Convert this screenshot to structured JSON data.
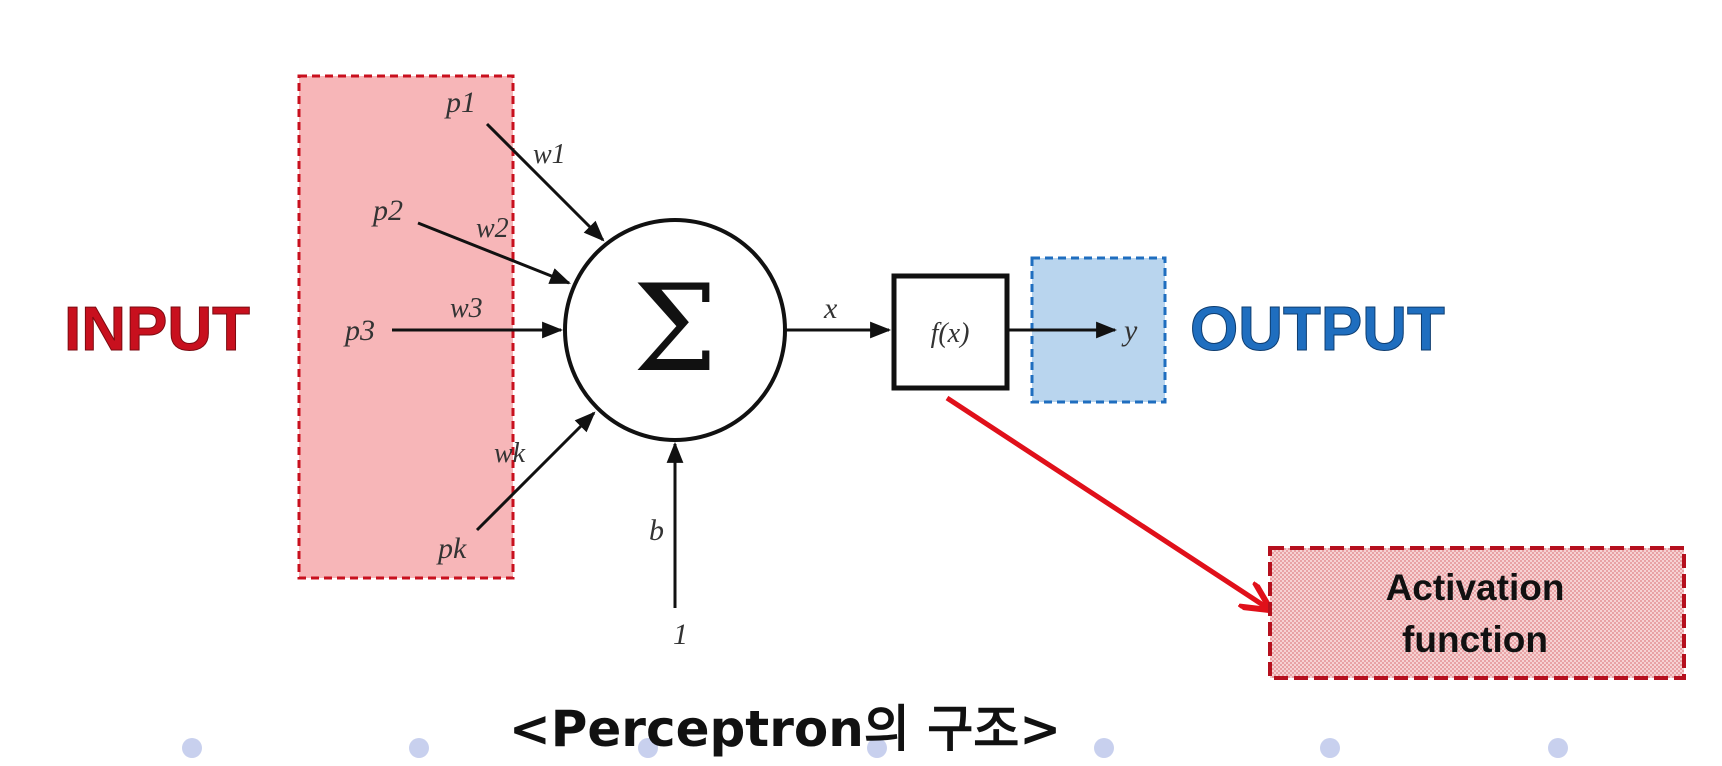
{
  "title": "<Perceptron의 구조>",
  "labels": {
    "input": "INPUT",
    "output": "OUTPUT",
    "activation_line1": "Activation",
    "activation_line2": "function"
  },
  "nodes": {
    "sum_symbol": "Σ",
    "activation_fn": "f(x)",
    "sum_output": "x",
    "output": "y",
    "bias": "b",
    "bias_input": "1"
  },
  "inputs": [
    {
      "label": "p1",
      "weight": "w1"
    },
    {
      "label": "p2",
      "weight": "w2"
    },
    {
      "label": "p3",
      "weight": "w3"
    },
    {
      "label": "pk",
      "weight": "wk"
    }
  ],
  "colors": {
    "input_label": "#c8101e",
    "output_label": "#1f6ebf",
    "input_box_fill": "#f7b6b8",
    "input_box_border": "#c8101e",
    "output_box_fill": "#b9d5ee",
    "output_box_border": "#1f6ebf",
    "pointer_arrow": "#e0101a",
    "activation_box_fill": "#f3c4c6",
    "activation_box_border": "#b5101e",
    "dots": "#c8d0ee"
  }
}
